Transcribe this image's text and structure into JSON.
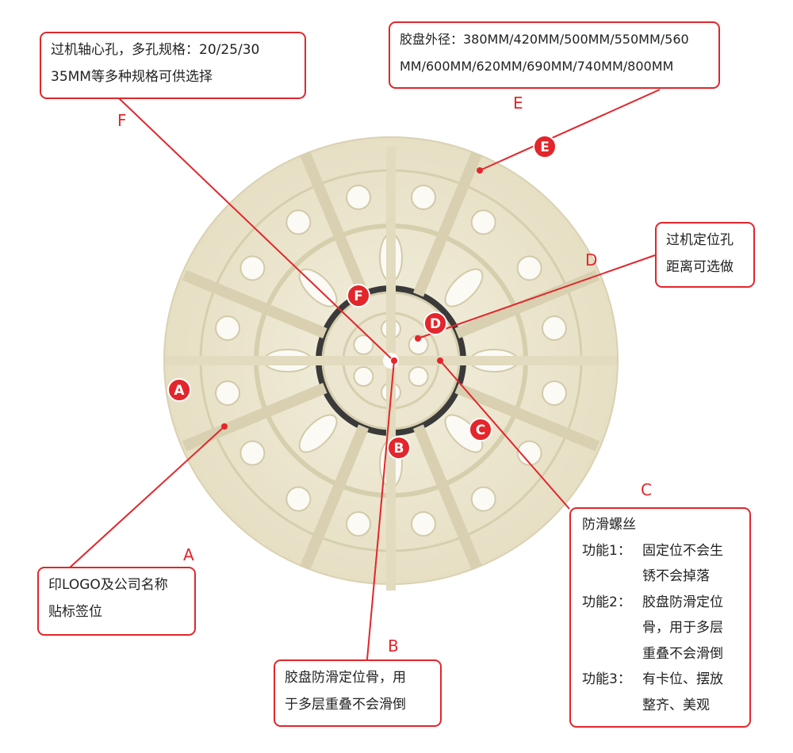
{
  "callouts": {
    "F": {
      "letter": "F",
      "text": [
        "过机轴心孔，多孔规格：20/25/30",
        "35MM等多种规格可供选择"
      ]
    },
    "E": {
      "letter": "E",
      "text": [
        "胶盘外径：380MM/420MM/500MM/550MM/560",
        "MM/600MM/620MM/690MM/740MM/800MM"
      ]
    },
    "D": {
      "letter": "D",
      "text": [
        "过机定位孔",
        "距离可选做"
      ]
    },
    "C": {
      "letter": "C",
      "title": "防滑螺丝",
      "rows": [
        {
          "key": "功能1：",
          "lines": [
            "固定位不会生",
            "锈不会掉落"
          ]
        },
        {
          "key": "功能2：",
          "lines": [
            "胶盘防滑定位",
            "骨，用于多层",
            "重叠不会滑倒"
          ]
        },
        {
          "key": "功能3：",
          "lines": [
            "有卡位、摆放",
            "整齐、美观"
          ]
        }
      ]
    },
    "B": {
      "letter": "B",
      "text": [
        "胶盘防滑定位骨，用",
        "于多层重叠不会滑倒"
      ]
    },
    "A": {
      "letter": "A",
      "text": [
        "印LOGO及公司名称",
        "贴标签位"
      ]
    }
  },
  "colors": {
    "accent": "#e2262b",
    "disc": "#ece6d0"
  }
}
